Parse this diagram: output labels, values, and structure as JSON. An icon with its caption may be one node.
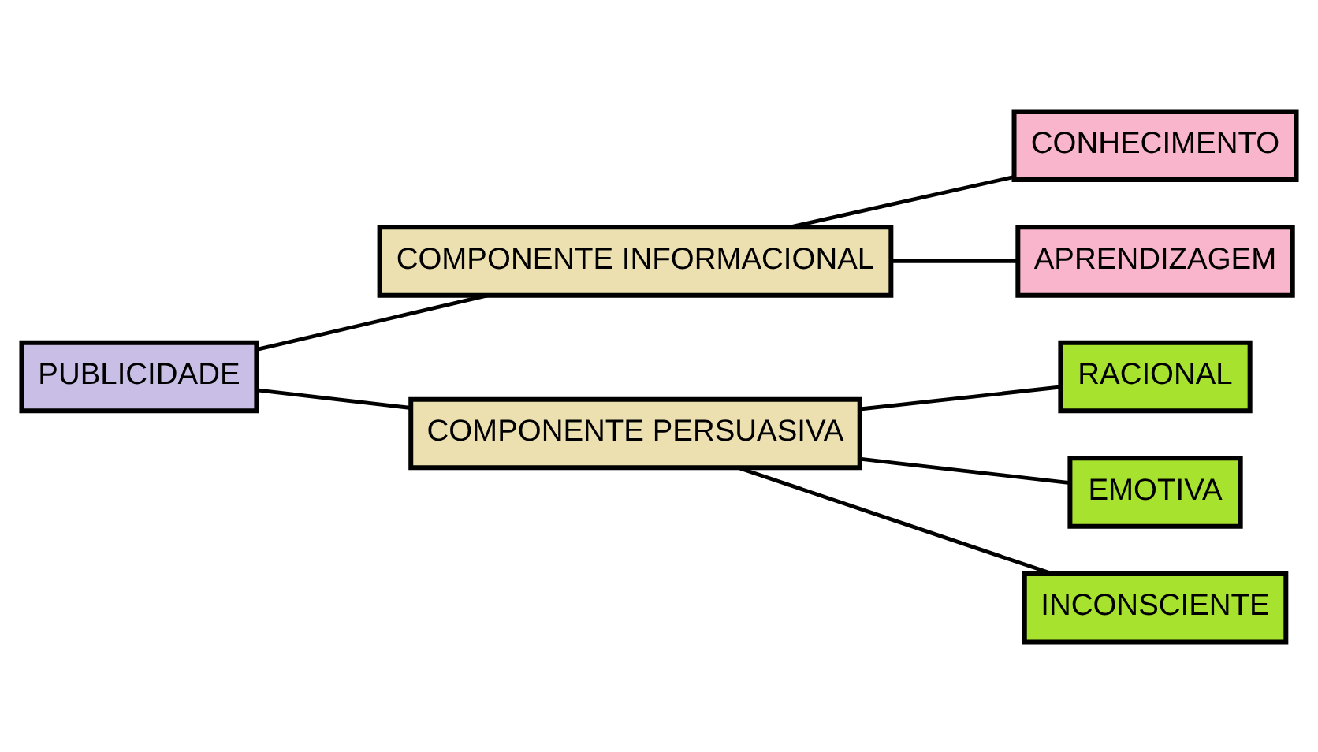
{
  "diagram": {
    "nodes": [
      {
        "text": [
          "PUBLICIDADE"
        ]
      },
      {
        "text": [
          "COMPONENTE INFORMACIONAL"
        ]
      },
      {
        "text": [
          "CONHECIMENTO"
        ]
      },
      {
        "text": [
          "APRENDIZAGEM"
        ]
      },
      {
        "text": [
          "COMPONENTE PERSUASIVA"
        ]
      },
      {
        "text": [
          "RACIONAL"
        ]
      },
      {
        "text": [
          "EMOTIVA"
        ]
      },
      {
        "text": [
          "INCONSCIENTE"
        ]
      }
    ],
    "edges": [
      {
        "from": 0,
        "to": 1,
        "arrow": "none"
      },
      {
        "from": 0,
        "to": 4,
        "arrow": "none"
      },
      {
        "from": 1,
        "to": 2,
        "arrow": "none"
      },
      {
        "from": 1,
        "to": 3,
        "arrow": "none"
      },
      {
        "from": 4,
        "to": 5,
        "arrow": "none"
      },
      {
        "from": 4,
        "to": 6,
        "arrow": "none"
      },
      {
        "from": 4,
        "to": 7,
        "arrow": "none"
      }
    ]
  }
}
